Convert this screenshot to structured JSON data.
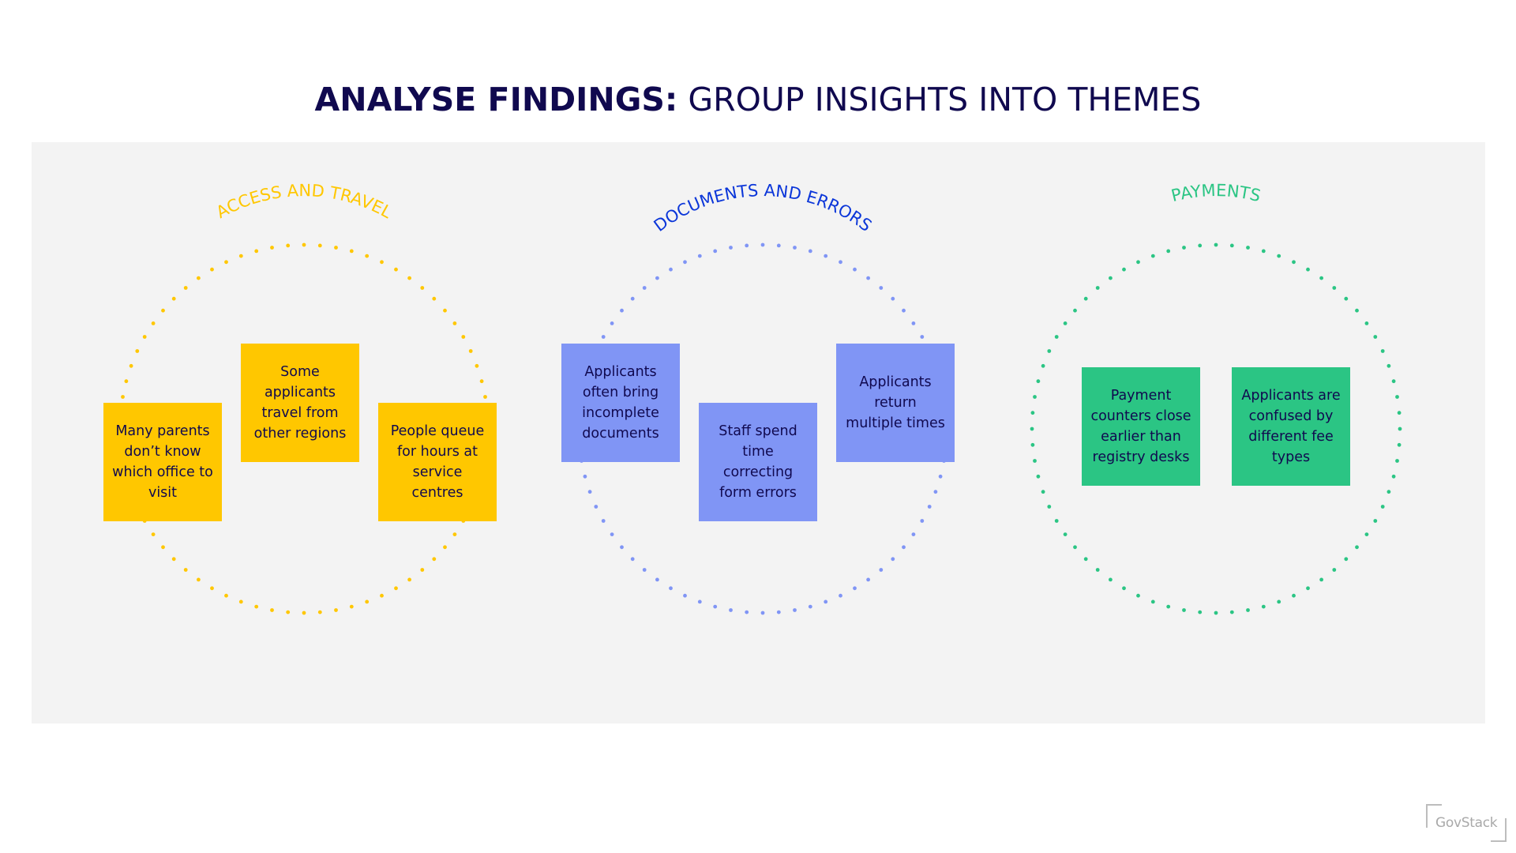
{
  "title": {
    "bold": "ANALYSE FINDINGS:",
    "normal": " GROUP INSIGHTS INTO THEMES",
    "color": "#10094f"
  },
  "themes": [
    {
      "label": "ACCESS AND TRAVEL",
      "label_color": "#ffc700",
      "dot_color": "#ffc700",
      "note_color": "#ffc700",
      "notes": [
        "Many parents don’t know which office to visit",
        "Some applicants travel from other regions",
        "People queue for hours at service centres"
      ]
    },
    {
      "label": "DOCUMENTS AND ERRORS",
      "label_color": "#0b36d9",
      "dot_color": "#8095f5",
      "note_color": "#8095f5",
      "notes": [
        "Applicants often bring incomplete documents",
        "Staff spend time correcting form errors",
        "Applicants return multiple times"
      ]
    },
    {
      "label": "PAYMENTS",
      "label_color": "#2bc584",
      "dot_color": "#2bc584",
      "note_color": "#2bc584",
      "notes": [
        "Payment counters close earlier than registry desks",
        "Applicants are confused by different fee types"
      ]
    }
  ],
  "logo": {
    "text": "GovStack"
  }
}
